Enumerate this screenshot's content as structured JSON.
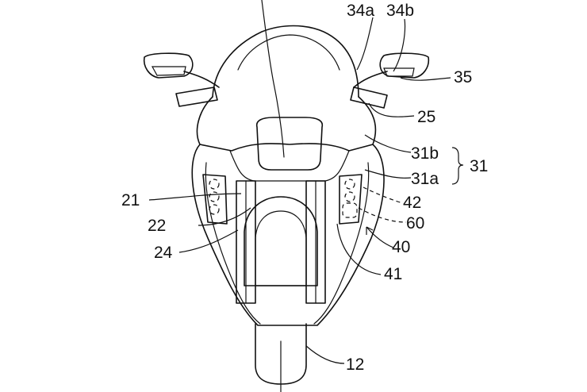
{
  "figure": {
    "labels": {
      "l34a": "34a",
      "l34b": "34b",
      "l35": "35",
      "l25": "25",
      "l31b": "31b",
      "l31": "31",
      "l31a": "31a",
      "l21": "21",
      "l42": "42",
      "l22": "22",
      "l60": "60",
      "l24": "24",
      "l40": "40",
      "l41": "41",
      "l12": "12"
    }
  }
}
